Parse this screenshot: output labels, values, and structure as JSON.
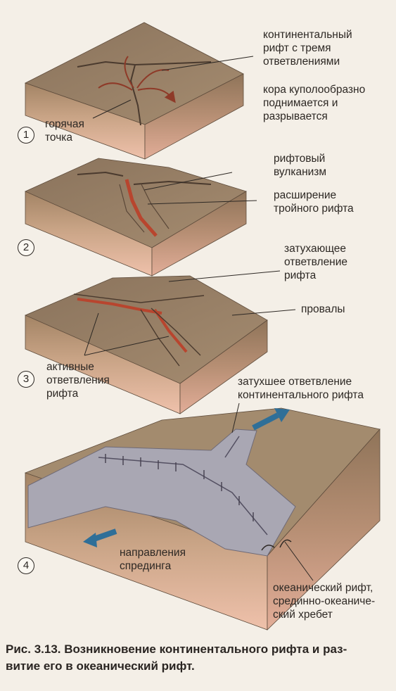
{
  "stages": [
    {
      "number": "1",
      "labels": {
        "rift": "континентальный\nрифт с тремя\nответвлениями",
        "crust": "кора куполообразно\nподнимается и\nразрывается",
        "hotspot": "горячая\nточка"
      }
    },
    {
      "number": "2",
      "labels": {
        "volcanism": "рифтовый\nвулканизм",
        "expansion": "расширение\nтройного рифта"
      }
    },
    {
      "number": "3",
      "labels": {
        "fading": "затухающее\nответвление\nрифта",
        "collapse": "провалы",
        "active": "активные\nответвления\nрифта"
      }
    },
    {
      "number": "4",
      "labels": {
        "extinct": "затухшее ответвление\nконтинентального рифта",
        "spreading": "направления\nспрединга",
        "oceanic": "океанический рифт,\nсрединно-океаниче-\nский хребет"
      }
    }
  ],
  "caption": "Рис. 3.13. Возникновение континентального рифта и раз-\nвитие его в океанический рифт.",
  "colors": {
    "crust_top": "#9c8468",
    "crust_side": "#b79c7c",
    "mantle": "#e9b7a0",
    "magma": "#b8452e",
    "ocean_floor": "#a9a7b3",
    "arrow": "#2f6f98"
  }
}
